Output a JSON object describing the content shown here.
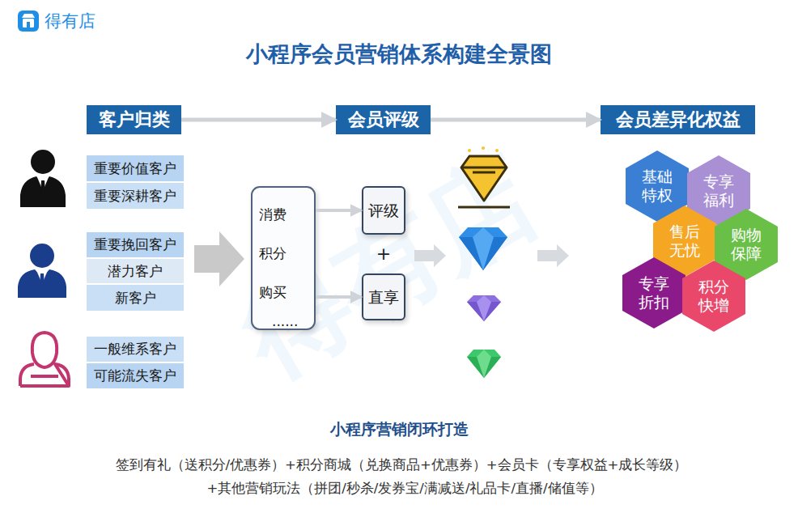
{
  "diagram": {
    "title": "小程序会员营销体系构建全景图",
    "nodes": [
      {
        "text": [
          "客户归类"
        ]
      },
      {
        "text": [
          "会员评级"
        ]
      },
      {
        "text": [
          "会员差异化权益"
        ]
      },
      {
        "text": [
          "重要价值客户"
        ]
      },
      {
        "text": [
          "重要深耕客户"
        ]
      },
      {
        "text": [
          "重要挽回客户"
        ]
      },
      {
        "text": [
          "潜力客户"
        ]
      },
      {
        "text": [
          "新客户"
        ]
      },
      {
        "text": [
          "一般维系客户"
        ]
      },
      {
        "text": [
          "可能流失客户"
        ]
      },
      {
        "text": [
          "消费",
          "积分",
          "购买",
          "......"
        ]
      },
      {
        "text": [
          "评级"
        ]
      },
      {
        "text": [
          "直享"
        ]
      },
      {
        "text": [
          "基础 特权"
        ]
      },
      {
        "text": [
          "专享 福利"
        ]
      },
      {
        "text": [
          "售后 无忧"
        ]
      },
      {
        "text": [
          "购物 保障"
        ]
      },
      {
        "text": [
          "专享 折扣"
        ]
      },
      {
        "text": [
          "积分 快增"
        ]
      }
    ],
    "edges": [
      {
        "from": 0,
        "to": 1,
        "arrow": "to"
      },
      {
        "from": 1,
        "to": 2,
        "arrow": "to"
      },
      {
        "from": 10,
        "to": 11,
        "arrow": "to"
      },
      {
        "from": 10,
        "to": 12,
        "arrow": "to"
      }
    ],
    "labels": [
      "得有店",
      "+",
      "小程序营销闭环打造",
      "签到有礼（送积分/优惠券）+积分商城（兑换商品+优惠券）+会员卡（专享权益+成长等级）",
      "+其他营销玩法（拼团/秒杀/发券宝/满减送/礼品卡/直播/储值等）",
      "得有店"
    ]
  }
}
